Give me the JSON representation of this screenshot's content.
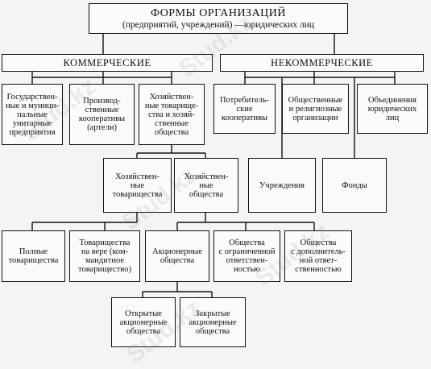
{
  "title": {
    "main": "ФОРМЫ ОРГАНИЗАЦИЙ",
    "sub": "(предприятий, учреждений) —юридических лиц"
  },
  "categories": {
    "commercial": "КОММЕРЧЕСКИЕ",
    "noncommercial": "НЕКОММЕРЧЕСКИЕ"
  },
  "commercial_forms": {
    "state": "Государствен-\nные и муници-\nпальные\nунитарные\nпредприятия",
    "coops": "Производ-\nственные\nкооперативы\n(артели)",
    "economic": "Хозяйствен-\nные товарище-\nства и хозяй-\nственные\nобщества"
  },
  "noncommercial_forms": {
    "consumer": "Потребитель-\nские\nкооперативы",
    "public": "Общественные\nи религиозные\nорганизации",
    "unions": "Объединения\nюридических\nлиц"
  },
  "middle": {
    "partnerships": "Хозяйствен-\nные\nтоварищества",
    "companies": "Хозяйствен-\nные\nобщества",
    "institutions": "Учреждения",
    "funds": "Фонды"
  },
  "lower": {
    "full": "Полные\nтоварищества",
    "limited_partner": "Товарищества\nна вере (ком-\nмандитное\nтоварищество)",
    "joint_stock": "Акционерные\nобщества",
    "llc": "Общества\nс ограниченной\nответствен-\nностью",
    "alc": "Общества\nс дополнитель-\nной ответ-\nственностью"
  },
  "bottom": {
    "open": "Открытые\nакционерные\nобщества",
    "closed": "Закрытые\nакционерные\nобщества"
  },
  "watermark": "Stud.kz"
}
